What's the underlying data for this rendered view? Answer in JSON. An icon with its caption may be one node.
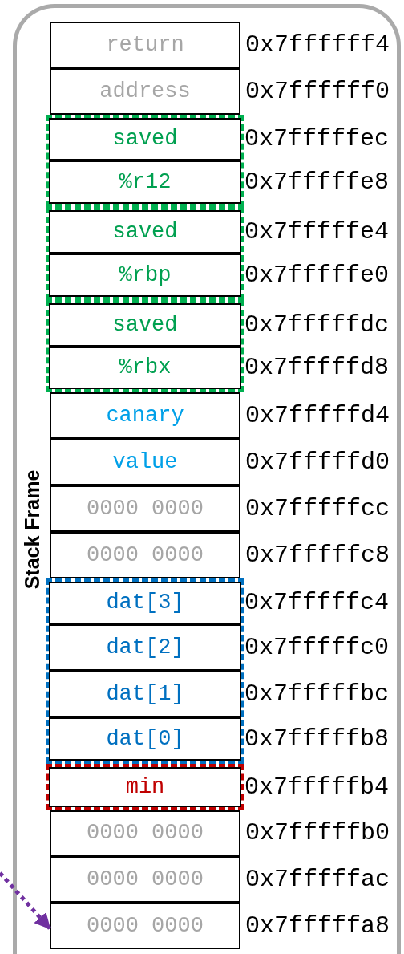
{
  "diagram": {
    "nodes": [
      {
        "text": [
          "Stack Frame"
        ]
      },
      {
        "text": [
          "return"
        ],
        "in": 0,
        "beside": [
          "0x7ffffff4"
        ]
      },
      {
        "text": [
          "address"
        ],
        "in": 0,
        "beside": [
          "0x7ffffff0"
        ]
      },
      {
        "text": [],
        "shape": "box",
        "in": 0
      },
      {
        "text": [
          "saved"
        ],
        "in": 3,
        "beside": [
          "0x7fffffec"
        ]
      },
      {
        "text": [
          "%r12"
        ],
        "in": 3,
        "beside": [
          "0x7fffffe8"
        ]
      },
      {
        "text": [],
        "shape": "box",
        "in": 0
      },
      {
        "text": [
          "saved"
        ],
        "in": 6,
        "beside": [
          "0x7fffffe4"
        ]
      },
      {
        "text": [
          "%rbp"
        ],
        "in": 6,
        "beside": [
          "0x7fffffe0"
        ]
      },
      {
        "text": [],
        "shape": "box",
        "in": 0
      },
      {
        "text": [
          "saved"
        ],
        "in": 9,
        "beside": [
          "0x7fffffdc"
        ]
      },
      {
        "text": [
          "%rbx"
        ],
        "in": 9,
        "beside": [
          "0x7fffffd8"
        ]
      },
      {
        "text": [
          "canary"
        ],
        "in": 0,
        "beside": [
          "0x7fffffd4"
        ]
      },
      {
        "text": [
          "value"
        ],
        "in": 0,
        "beside": [
          "0x7fffffd0"
        ]
      },
      {
        "text": [
          "0000 0000"
        ],
        "in": 0,
        "beside": [
          "0x7fffffcc"
        ]
      },
      {
        "text": [
          "0000 0000"
        ],
        "in": 0,
        "beside": [
          "0x7fffffc8"
        ]
      },
      {
        "text": [],
        "shape": "box",
        "in": 0
      },
      {
        "text": [
          "dat[3]"
        ],
        "in": 16,
        "beside": [
          "0x7fffffc4"
        ]
      },
      {
        "text": [
          "dat[2]"
        ],
        "in": 16,
        "beside": [
          "0x7fffffc0"
        ]
      },
      {
        "text": [
          "dat[1]"
        ],
        "in": 16,
        "beside": [
          "0x7fffffbc"
        ]
      },
      {
        "text": [
          "dat[0]"
        ],
        "in": 16,
        "beside": [
          "0x7fffffb8"
        ]
      },
      {
        "text": [],
        "shape": "box",
        "in": 0
      },
      {
        "text": [
          "min"
        ],
        "in": 21,
        "beside": [
          "0x7fffffb4"
        ]
      },
      {
        "text": [
          "0000 0000"
        ],
        "in": 0,
        "beside": [
          "0x7fffffb0"
        ]
      },
      {
        "text": [
          "0000 0000"
        ],
        "in": 0,
        "beside": [
          "0x7fffffac"
        ]
      },
      {
        "text": [
          "0000 0000"
        ],
        "in": 0,
        "beside": [
          "0x7fffffa8"
        ]
      }
    ],
    "edges": [
      {
        "from": null,
        "to": 25,
        "arrow": "to",
        "style": "dashed",
        "color": "#7030a0"
      }
    ]
  }
}
